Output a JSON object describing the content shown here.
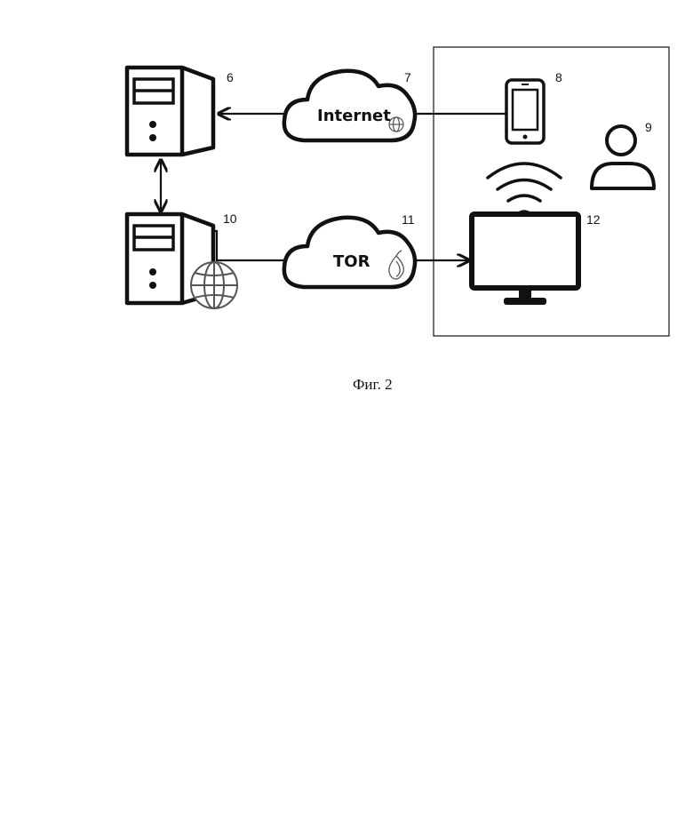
{
  "figure": {
    "caption": "Фиг. 2",
    "labels": {
      "server_6": "6",
      "cloud_7": "7",
      "phone_8": "8",
      "user_9": "9",
      "server_10": "10",
      "cloud_11": "11",
      "monitor_12": "12"
    },
    "clouds": {
      "internet": "Internet",
      "tor": "TOR"
    }
  },
  "icons": {
    "server_6": "server-tower-icon",
    "server_10": "server-tower-icon",
    "globe": "globe-icon",
    "phone": "smartphone-icon",
    "user": "user-icon",
    "wifi": "wifi-icon",
    "monitor": "monitor-icon",
    "onion": "tor-onion-icon"
  },
  "colors": {
    "stroke": "#111111",
    "globe": "#555555",
    "background": "#ffffff"
  }
}
